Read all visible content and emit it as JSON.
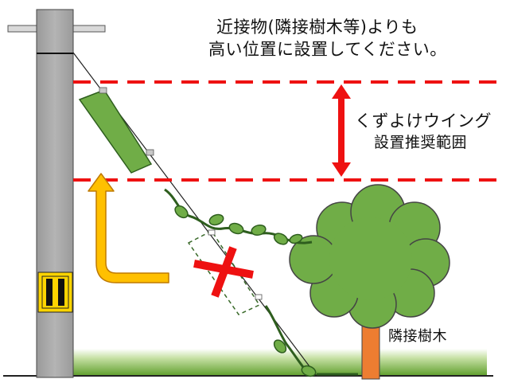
{
  "caption": {
    "line1": "近接物(隣接樹木等)よりも",
    "line2": "高い位置に設置してください。"
  },
  "recommended_range": {
    "line1": "くずよけウイング",
    "line2": "設置推奨範囲"
  },
  "tree_label": "隣接樹木",
  "colors": {
    "guide_line": "#ee1111",
    "range_arrow": "#ee1111",
    "pole": "#a6a6a6",
    "wing": "#70ad47",
    "tree": "#70ad47",
    "trunk": "#ed7d31",
    "move_arrow": "#ffc000",
    "wrong_mark": "#ee1111",
    "vine": "#2e5e1e",
    "sign": "#ffd500"
  },
  "icons": {
    "recommended_placement": "green-wing-icon",
    "wrong_placement": "x-mark-icon",
    "move_direction": "up-arrow-icon"
  }
}
